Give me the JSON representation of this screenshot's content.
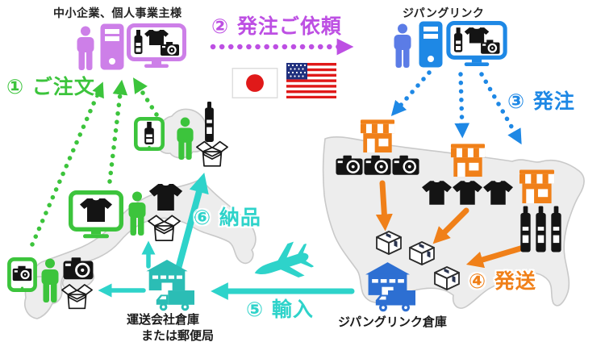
{
  "header": {
    "customer_title": "中小企業、個人事業主様",
    "company_title": "ジパングリンク"
  },
  "steps": [
    {
      "label": "① ご注文",
      "color": "green"
    },
    {
      "label": "② 発注ご依頼",
      "color": "purple"
    },
    {
      "label": "③ 発注",
      "color": "blue"
    },
    {
      "label": "④ 発送",
      "color": "orange"
    },
    {
      "label": "⑤ 輸入",
      "color": "cyan"
    },
    {
      "label": "⑥ 納品",
      "color": "cyan"
    }
  ],
  "locations": {
    "japan_warehouse_line1": "運送会社倉庫",
    "japan_warehouse_line2": "または郵便局",
    "us_warehouse": "ジパングリンク倉庫"
  },
  "colors": {
    "purple": "#bd4fe3",
    "purple_light": "#cd7fe8",
    "green": "#3cc43c",
    "blue": "#1e88e5",
    "blue_person": "#5b7ce6",
    "blue_deep": "#2d6fd2",
    "cyan": "#2ed3ca",
    "teal": "#2bbdb5",
    "orange": "#f08019",
    "black_icon": "#141414",
    "map_fill": "#ededed",
    "map_stroke": "#c9c9c9",
    "flag_red": "#e01919",
    "flag_navy": "#20307e"
  },
  "icon_names": [
    "person-icon",
    "computer-tower-icon",
    "monitor-with-goods-icon",
    "tshirt-icon",
    "wine-bottle-icon",
    "camera-icon",
    "open-box-icon",
    "parcel-box-icon",
    "store-icon",
    "warehouse-icon",
    "truck-icon",
    "airplane-icon",
    "tablet-icon",
    "japan-flag",
    "usa-flag",
    "japan-map",
    "usa-map",
    "dotted-arrow",
    "solid-arrow"
  ]
}
